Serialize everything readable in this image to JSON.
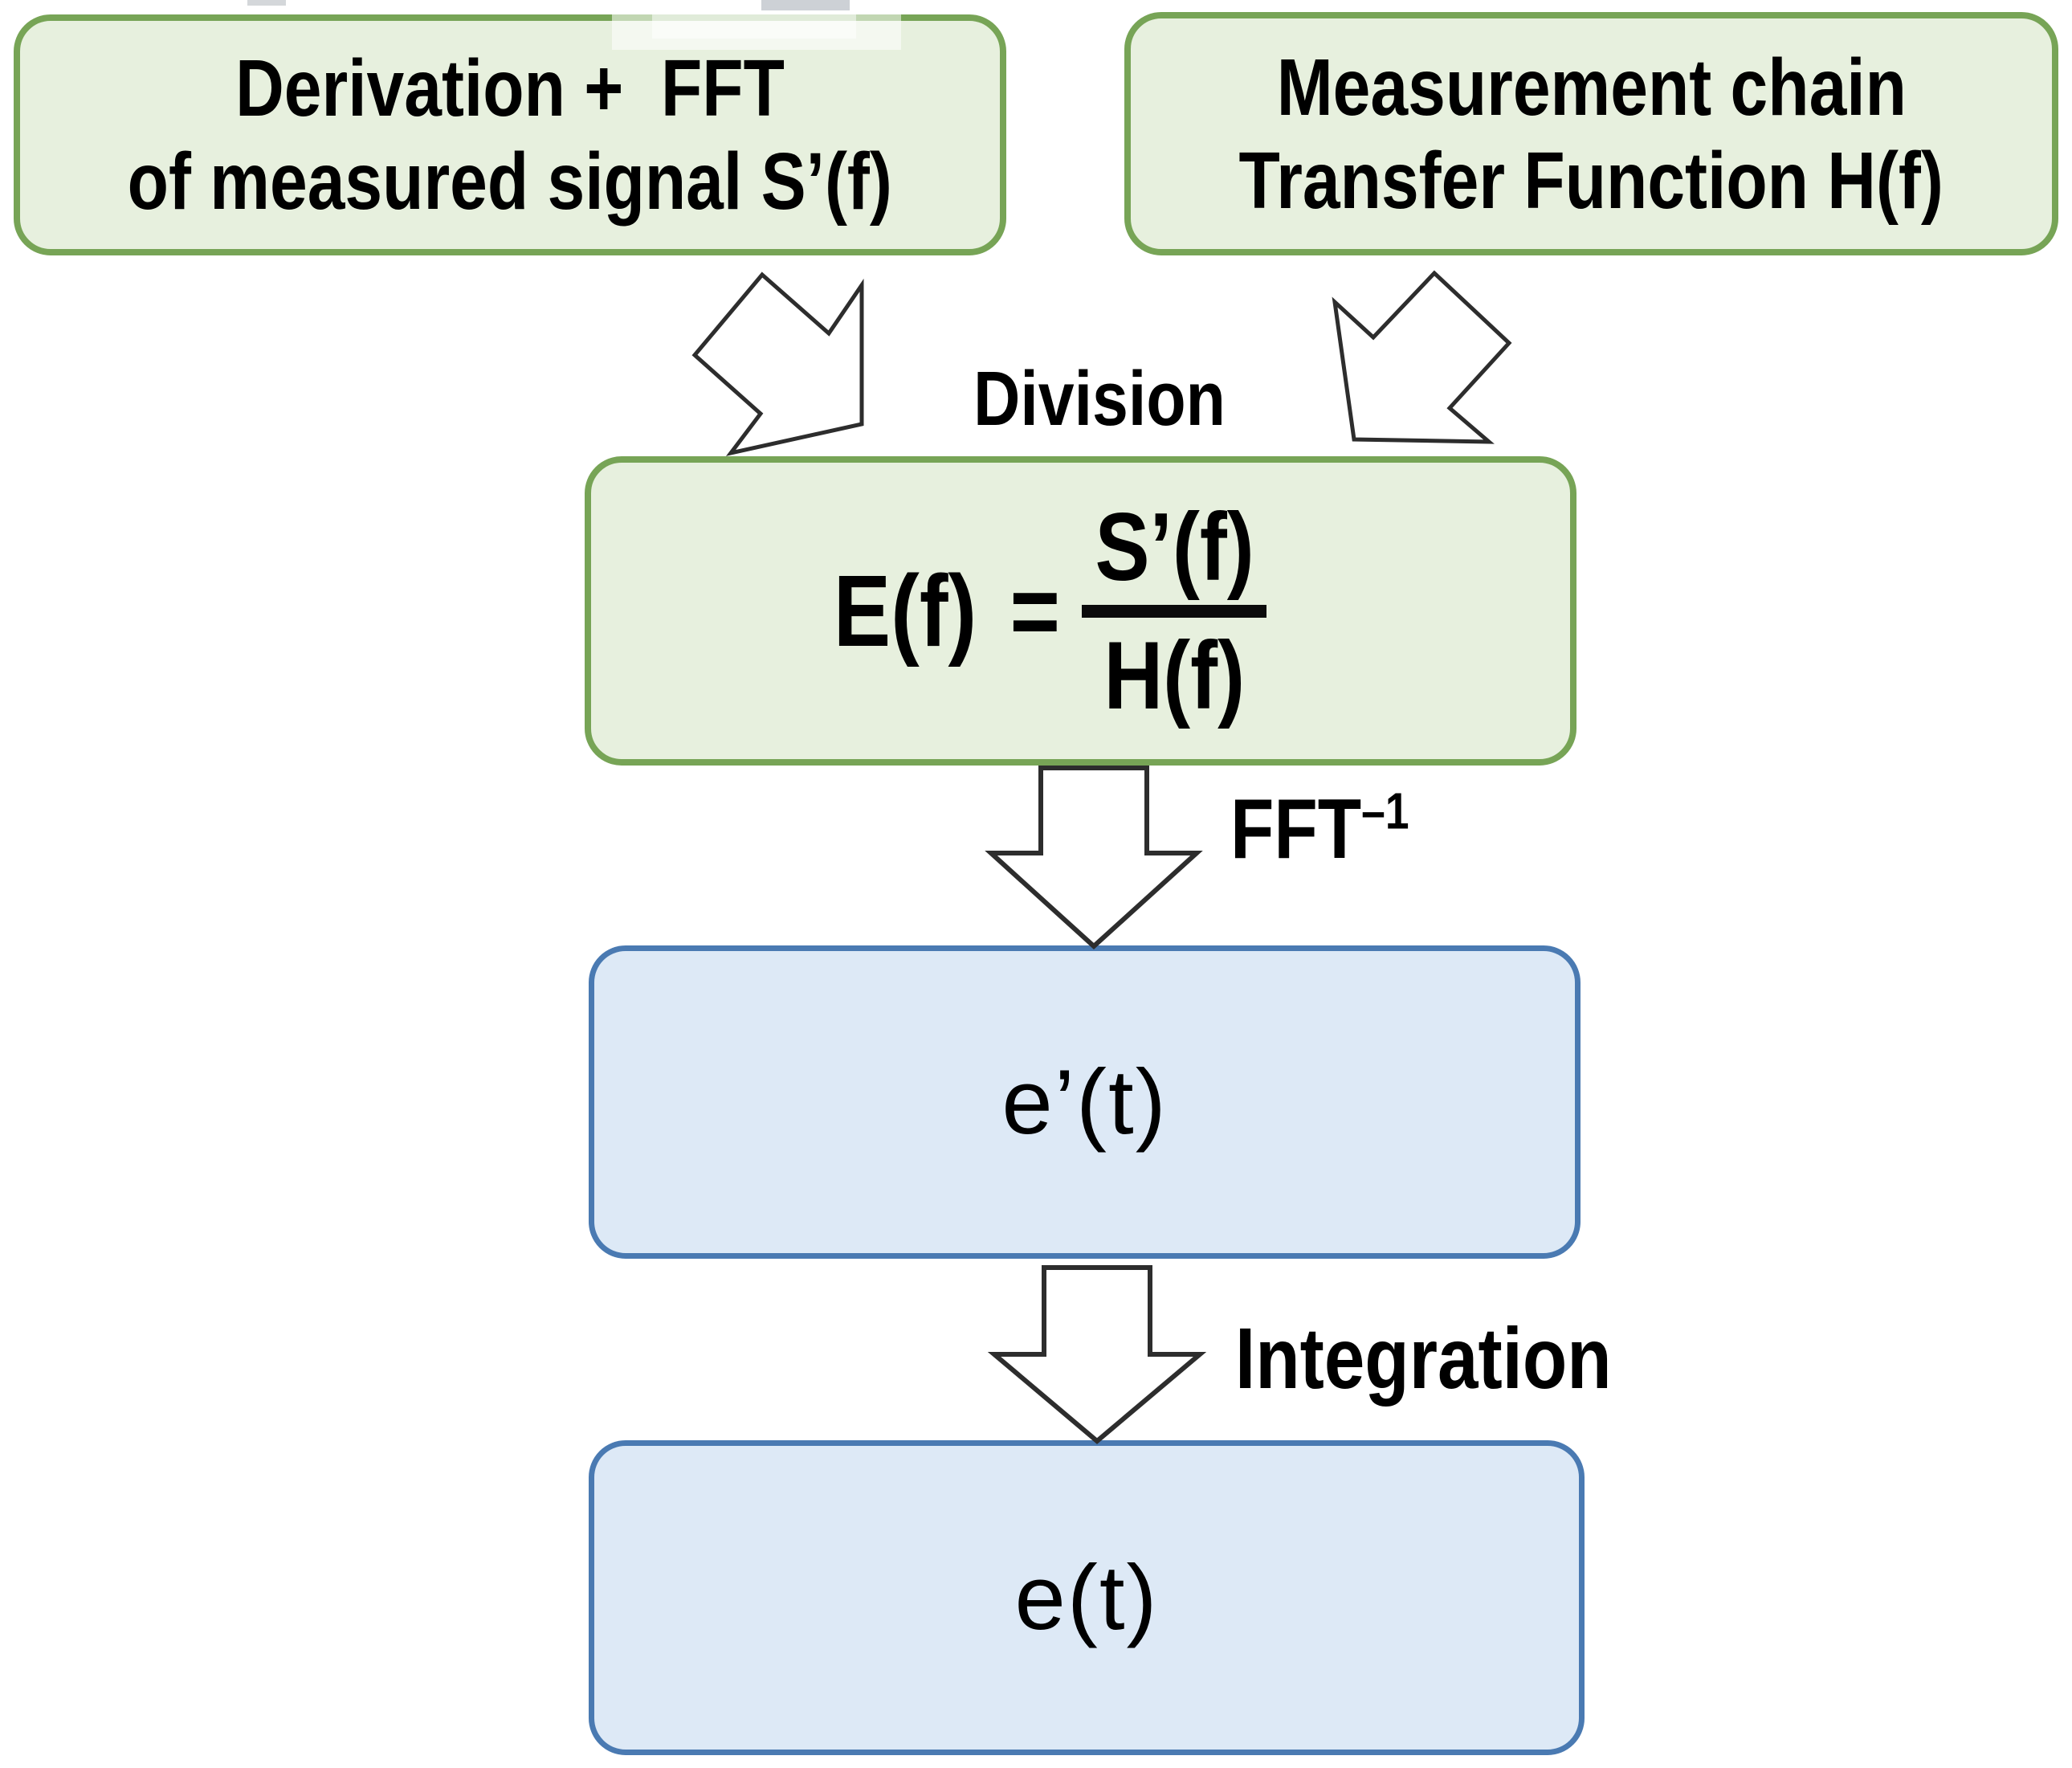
{
  "boxes": {
    "derivation": {
      "line1": "Derivation +  FFT",
      "line2": "of measured signal S’(f)"
    },
    "measurement": {
      "line1": "Measurement chain",
      "line2": "Transfer Function H(f)"
    },
    "formula": {
      "lhs": "E(f)",
      "equals": "=",
      "numerator": "S’(f)",
      "denominator": "H(f)"
    },
    "inverse_time": {
      "label": "e’(t)"
    },
    "time": {
      "label": "e(t)"
    }
  },
  "labels": {
    "division": "Division",
    "inverse_fft": "FFT",
    "inverse_fft_exp": "–1",
    "integration": "Integration"
  },
  "icons": {
    "bent_arrow_left": "chevron-arrow-down-left",
    "bent_arrow_right": "chevron-arrow-down-right",
    "down_arrow_fft": "block-arrow-down",
    "down_arrow_integration": "block-arrow-down"
  },
  "colors": {
    "green_fill": "#e7f0de",
    "green_border": "#77a456",
    "blue_fill": "#dde9f6",
    "blue_border": "#4a7ab2",
    "arrow_fill": "#ffffff",
    "arrow_outline": "#2d2d2d",
    "text": "#000000"
  }
}
